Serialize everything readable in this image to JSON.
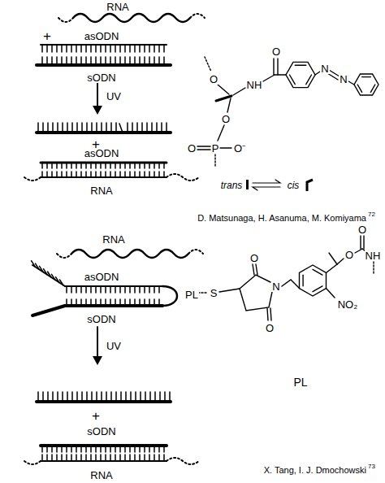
{
  "diagram": {
    "labels": [
      "RNA",
      "+",
      "asODN",
      "sODN",
      "UV",
      "+",
      "asODN",
      "RNA",
      "O",
      "NH",
      "O",
      "O",
      "O",
      "P",
      "O⁻",
      "N",
      "N",
      "trans",
      "cis",
      "D. Matsunaga, H. Asanuma, M. Komiyama",
      "72",
      "RNA",
      "asODN",
      "PL",
      "sODN",
      "UV",
      "+",
      "sODN",
      "RNA",
      "S",
      "O",
      "N",
      "O",
      "O",
      "O",
      "NH",
      "NO₂",
      "PL",
      "X. Tang, I. J. Dmochowski",
      "73"
    ]
  }
}
